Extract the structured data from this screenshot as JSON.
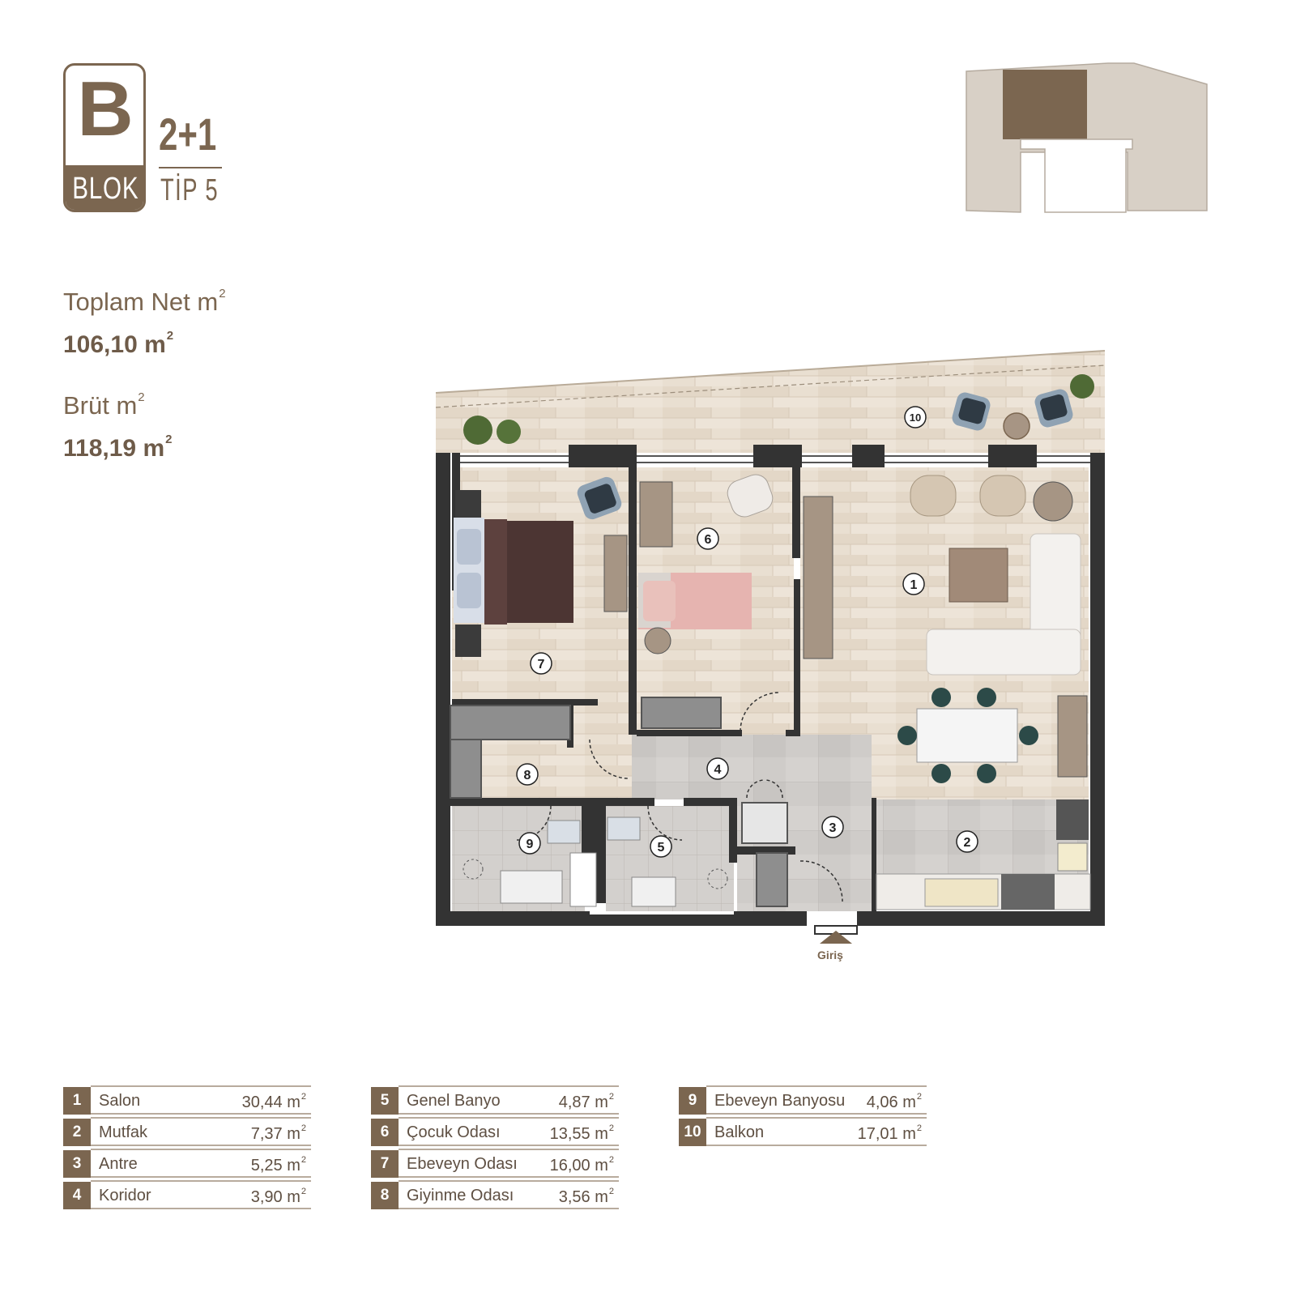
{
  "block": {
    "letter": "B",
    "word": "BLOK"
  },
  "unit": {
    "rooms": "2+1",
    "type": "TİP 5"
  },
  "areas": {
    "net_label": "Toplam Net m",
    "net_value": "106,10 m",
    "gross_label": "Brüt m",
    "gross_value": "118,19 m",
    "sup": "2"
  },
  "plan": {
    "entrance_label": "Giriş",
    "markers": [
      "1",
      "2",
      "3",
      "4",
      "5",
      "6",
      "7",
      "8",
      "9",
      "10"
    ]
  },
  "legend": [
    {
      "num": "1",
      "name": "Salon",
      "area": "30,44 m"
    },
    {
      "num": "2",
      "name": "Mutfak",
      "area": "7,37 m"
    },
    {
      "num": "3",
      "name": "Antre",
      "area": "5,25 m"
    },
    {
      "num": "4",
      "name": "Koridor",
      "area": "3,90 m"
    },
    {
      "num": "5",
      "name": "Genel Banyo",
      "area": "4,87 m"
    },
    {
      "num": "6",
      "name": "Çocuk Odası",
      "area": "13,55 m"
    },
    {
      "num": "7",
      "name": "Ebeveyn Odası",
      "area": "16,00 m"
    },
    {
      "num": "8",
      "name": "Giyinme Odası",
      "area": "3,56 m"
    },
    {
      "num": "9",
      "name": "Ebeveyn Banyosu",
      "area": "4,06 m"
    },
    {
      "num": "10",
      "name": "Balkon",
      "area": "17,01 m"
    }
  ],
  "colors": {
    "brand": "#7b6650",
    "wood_floor": "#e8ddcf",
    "tile_floor": "#cfccc9",
    "wall": "#333333",
    "keyplan_light": "#d8d0c6",
    "keyplan_highlight": "#7b6650"
  }
}
